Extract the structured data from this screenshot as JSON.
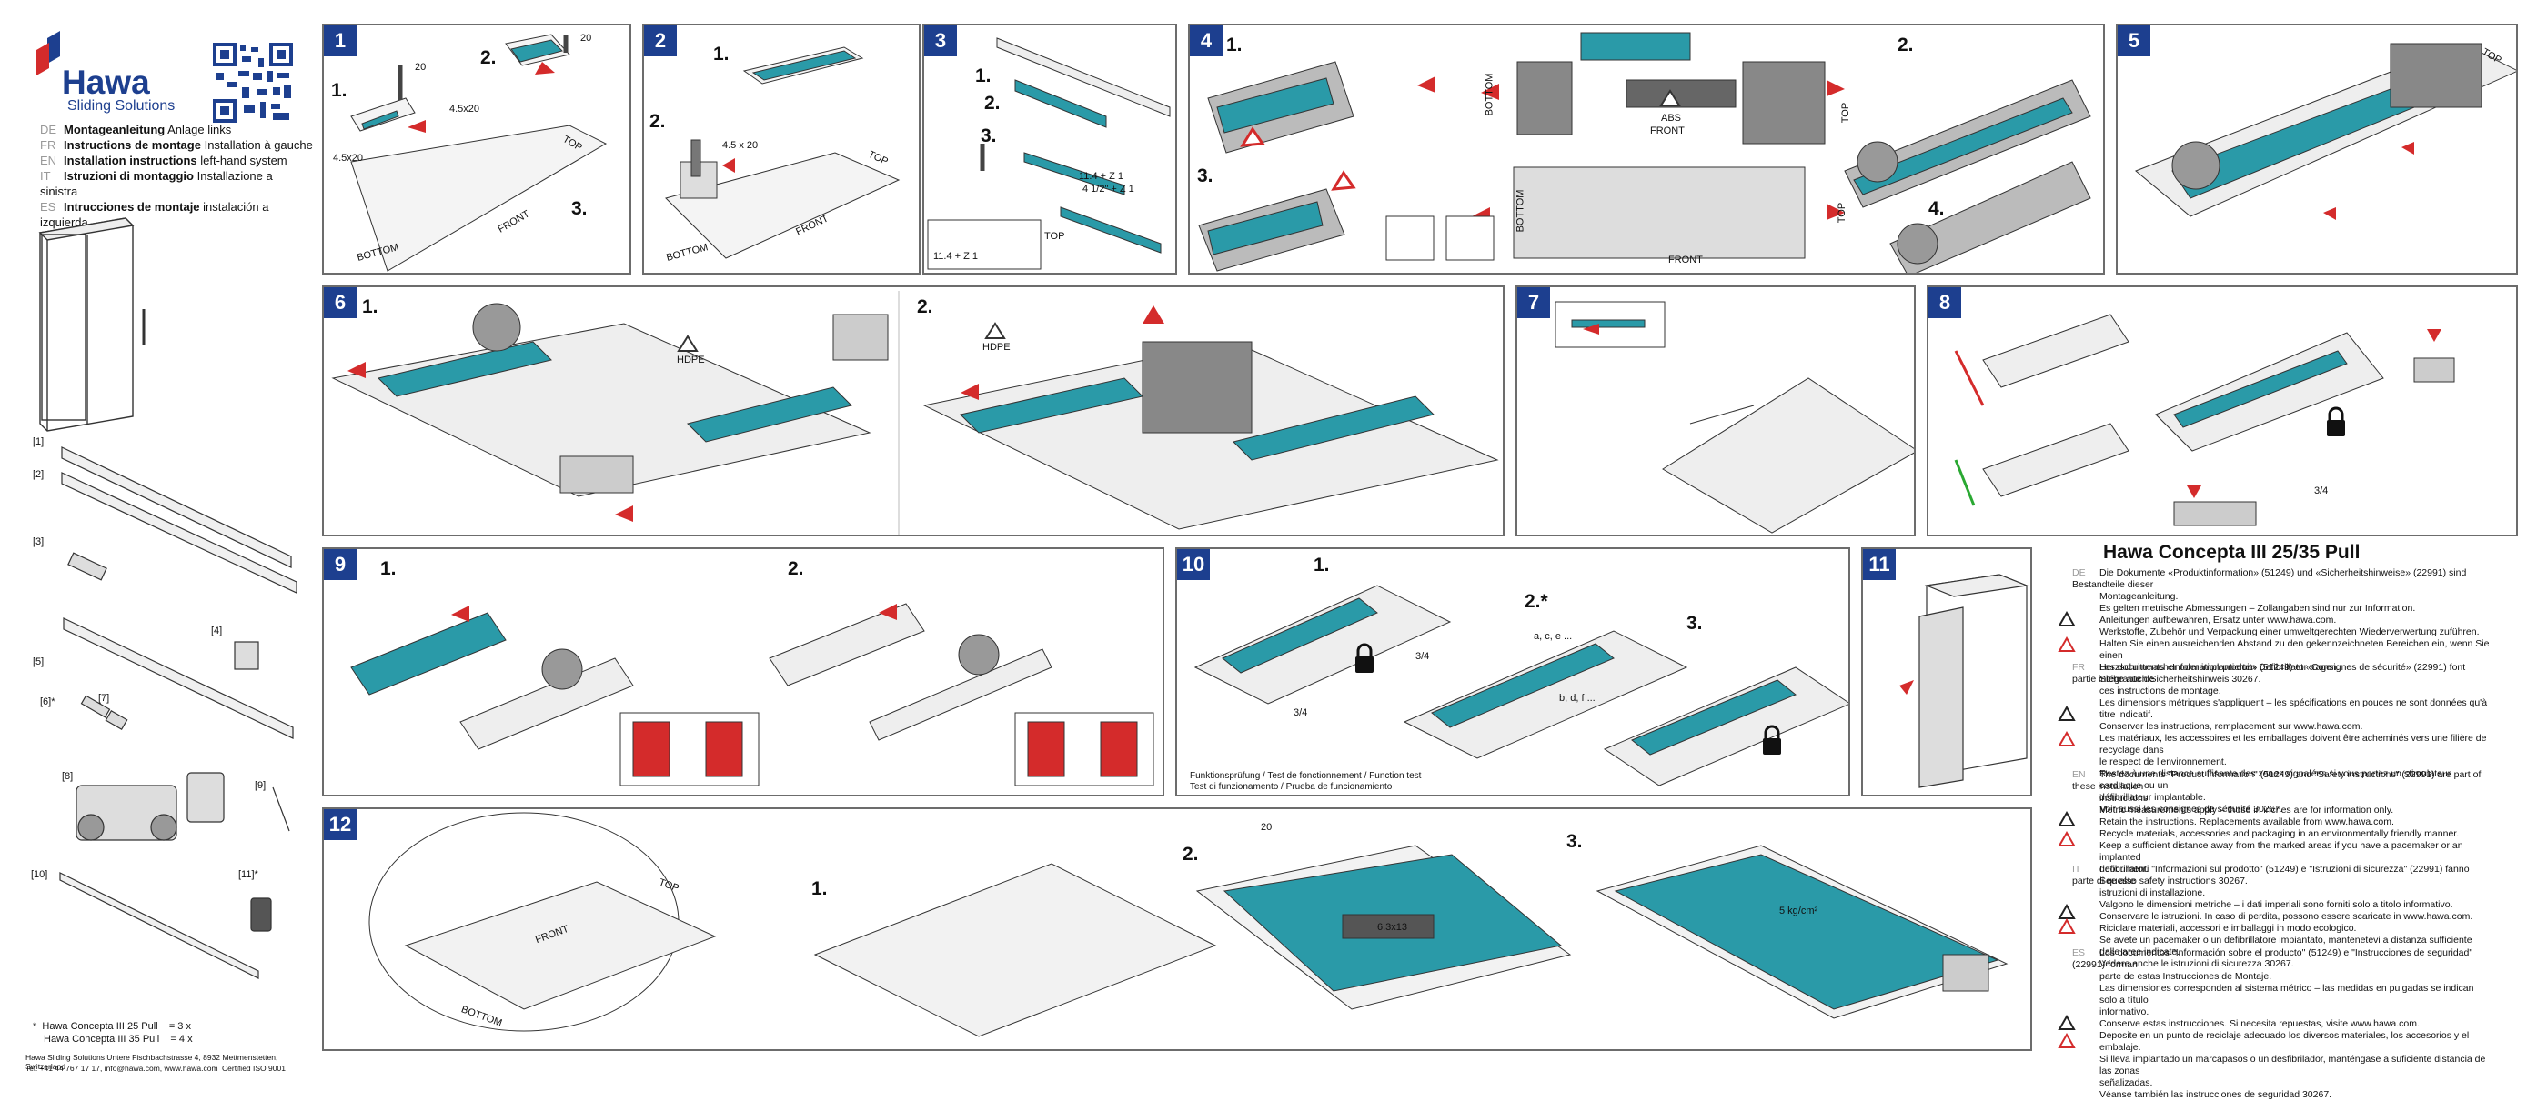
{
  "brand": {
    "name": "Hawa",
    "tagline": "Sliding Solutions",
    "accent": "#1d3f8f",
    "teal": "#2a9aa8",
    "red": "#d42b2b"
  },
  "languages": [
    {
      "code": "DE",
      "title": "Montageanleitung",
      "sub": "Anlage links"
    },
    {
      "code": "FR",
      "title": "Instructions de montage",
      "sub": "Installation à gauche"
    },
    {
      "code": "EN",
      "title": "Installation instructions",
      "sub": "left-hand system"
    },
    {
      "code": "IT",
      "title": "Istruzioni di montaggio",
      "sub": "Installazione a sinistra"
    },
    {
      "code": "ES",
      "title": "Intrucciones de montaje",
      "sub": "instalación a izquierda"
    }
  ],
  "parts": {
    "p1": "[1]",
    "p2": "[2]",
    "p3": "[3]",
    "p4": "[4]",
    "p5": "[5]",
    "p6": "[6]*",
    "p7": "[7]",
    "p8": "[8]",
    "p9": "[9]",
    "p10": "[10]",
    "p11": "[11]*"
  },
  "footnote": {
    "star": "*",
    "l1": "Hawa Concepta III 25 Pull",
    "v1": "= 3 x",
    "l2": "Hawa Concepta III 35 Pull",
    "v2": "= 4 x"
  },
  "address": {
    "line1": "Hawa Sliding Solutions Untere Fischbachstrasse 4, 8932 Mettmenstetten, Switzerland",
    "line2": "Tel. +41 44 767 17 17, info@hawa.com, www.hawa.com",
    "cert": "Certified ISO 9001"
  },
  "steps": [
    "1",
    "2",
    "3",
    "4",
    "5",
    "6",
    "7",
    "8",
    "9",
    "10",
    "11",
    "12"
  ],
  "labels": {
    "s1": [
      "1.",
      "2.",
      "3."
    ],
    "dims1": "4.5x20",
    "dims2": "4.5 x 20",
    "front": "FRONT",
    "bottom": "BOTTOM",
    "top": "TOP",
    "s3dim1": "11.4 + Z 1",
    "s3dim2": "4 1/2\" + Z 1",
    "abs": "ABS",
    "hdpe": "HDPE",
    "torque": "3/4",
    "s10star": "2.*",
    "s10leg": "Funktionsprüfung / Test de fonctionnement / Function test",
    "s10leg2": "Test di funzionamento / Prueba de funcionamiento",
    "scr": "6.3x13",
    "kg": "5 kg/cm²",
    "n20": "20",
    "n3": "3",
    "abc": "a, c, e ...",
    "bdf": "b, d, f ..."
  },
  "info": {
    "title": "Hawa Concepta III 25/35 Pull",
    "sections": [
      {
        "code": "DE",
        "lines": [
          "Die Dokumente «Produktinformation» (51249) und «Sicherheitshinweise» (22991) sind Bestandteile dieser",
          "Montageanleitung.",
          "Es gelten metrische Abmessungen – Zollangaben sind nur zur Information.",
          "Anleitungen aufbewahren, Ersatz unter www.hawa.com.",
          "Werkstoffe, Zubehör und Verpackung einer umweltgerechten Wiederverwertung zuführen.",
          "Halten Sie einen ausreichenden Abstand zu den gekennzeichneten Bereichen ein, wenn Sie einen",
          "Herzschrittmacher oder implantierten Defibrillator tragen.",
          "Siehe auch Sicherheitshinweis 30267."
        ]
      },
      {
        "code": "FR",
        "lines": [
          "Les documents «Information produit» (51249) et «Consignes de sécurité» (22991) font partie intégrante de",
          "ces instructions de montage.",
          "Les dimensions métriques s'appliquent – les spécifications en pouces ne sont données qu'à titre indicatif.",
          "Conserver les instructions, remplacement sur www.hawa.com.",
          "Les matériaux, les accessoires et les emballages doivent être acheminés vers une filière de recyclage dans",
          "le respect de l'environnement.",
          "Restez à une distance suffisante des zones signalées si vous portez un stimulateur cardiaque ou un",
          "défibrillateur implantable.",
          "Voir aussi les consignes de sécurité 30267."
        ]
      },
      {
        "code": "EN",
        "lines": [
          "The documents \"Product information\" (51249) and \"Safety instructions\" (22991) are part of these installation",
          "instructions.",
          "Metric measurements apply – those in inches are for information only.",
          "Retain the instructions. Replacements available from www.hawa.com.",
          "Recycle materials, accessories and packaging in an environmentally friendly manner.",
          "Keep a sufficient distance away from the marked areas if you have a pacemaker or an implanted",
          "defibrillator.",
          "See also safety instructions 30267."
        ]
      },
      {
        "code": "IT",
        "lines": [
          "I documenti \"Informazioni sul prodotto\" (51249) e \"Istruzioni di sicurezza\" (22991) fanno parte di queste",
          "istruzioni di installazione.",
          "Valgono le dimensioni metriche – i dati imperiali sono forniti solo a titolo informativo.",
          "Conservare le istruzioni. In caso di perdita, possono essere scaricate in www.hawa.com.",
          "Riciclare materiali, accessori e imballaggi in modo ecologico.",
          "Se avete un pacemaker o un defibrillatore impiantato, mantenetevi a distanza sufficiente dalle aree indicate.",
          "Vedere anche le istruzioni di sicurezza 30267."
        ]
      },
      {
        "code": "ES",
        "lines": [
          "Los documentos \"Información sobre el producto\" (51249) e \"Instrucciones de seguridad\" (22991) forman",
          "parte de estas Instrucciones de Montaje.",
          "Las dimensiones corresponden al sistema métrico – las medidas en pulgadas se indican solo a título",
          "informativo.",
          "Conserve estas instrucciones. Si necesita repuestas, visite www.hawa.com.",
          "Deposite en un punto de reciclaje adecuado los diversos materiales, los accesorios y el embalaje.",
          "Si lleva implantado un marcapasos o un desfibrilador, manténgase a suficiente distancia de las zonas",
          "señalizadas.",
          "Véanse también las instrucciones de seguridad 30267."
        ]
      }
    ]
  }
}
